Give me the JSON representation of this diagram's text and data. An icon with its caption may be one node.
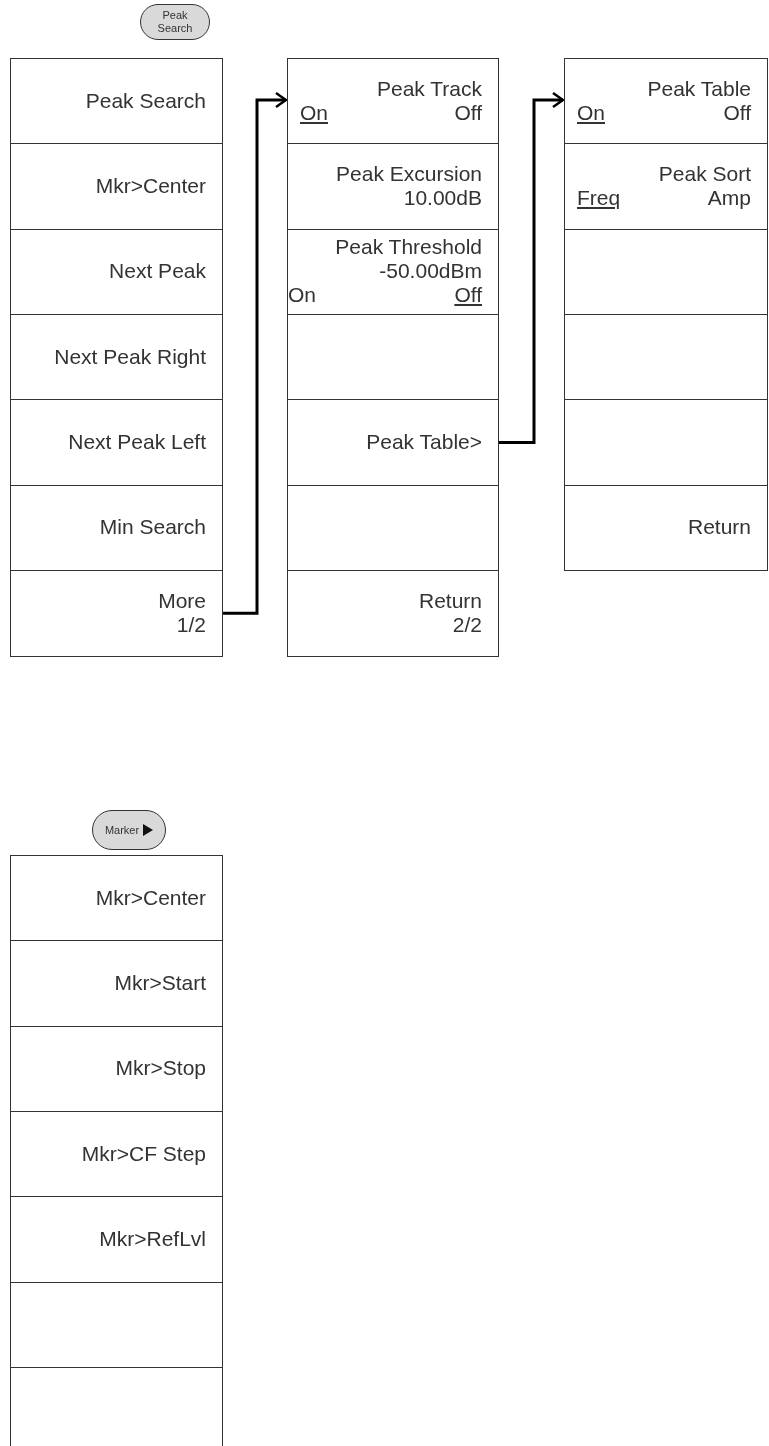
{
  "diagram": {
    "nodes": [
      {
        "text": [
          "Peak Search"
        ]
      },
      {
        "text": [
          "Peak Search"
        ]
      },
      {
        "text": [
          "Mkr>Center"
        ]
      },
      {
        "text": [
          "Next Peak"
        ]
      },
      {
        "text": [
          "Next Peak Right"
        ]
      },
      {
        "text": [
          "Next Peak Left"
        ]
      },
      {
        "text": [
          "Min Search"
        ]
      },
      {
        "text": [
          "More",
          "1/2"
        ]
      },
      {
        "text": [
          "Peak Track",
          "On",
          "Off"
        ]
      },
      {
        "text": [
          "Peak Excursion",
          "10.00dB"
        ]
      },
      {
        "text": [
          "Peak Threshold",
          "-50.00dBm",
          "On",
          "Off"
        ]
      },
      {
        "text": [],
        "shape": "box"
      },
      {
        "text": [
          "Peak Table>"
        ]
      },
      {
        "text": [],
        "shape": "box"
      },
      {
        "text": [
          "Return",
          "2/2"
        ]
      },
      {
        "text": [
          "Peak Table",
          "On",
          "Off"
        ]
      },
      {
        "text": [
          "Peak Sort",
          "Freq",
          "Amp"
        ]
      },
      {
        "text": [],
        "shape": "box"
      },
      {
        "text": [],
        "shape": "box"
      },
      {
        "text": [],
        "shape": "box"
      },
      {
        "text": [
          "Return"
        ]
      },
      {
        "text": [
          "Marker"
        ]
      },
      {
        "text": [
          "Mkr>Center"
        ]
      },
      {
        "text": [
          "Mkr>Start"
        ]
      },
      {
        "text": [
          "Mkr>Stop"
        ]
      },
      {
        "text": [
          "Mkr>CF Step"
        ]
      },
      {
        "text": [
          "Mkr>RefLvl"
        ]
      },
      {
        "text": [],
        "shape": "box"
      },
      {
        "text": [],
        "shape": "box"
      }
    ],
    "edges": [
      {
        "from": 7,
        "to": 8,
        "arrow": "to"
      },
      {
        "from": 12,
        "to": 15,
        "arrow": "to"
      }
    ]
  }
}
